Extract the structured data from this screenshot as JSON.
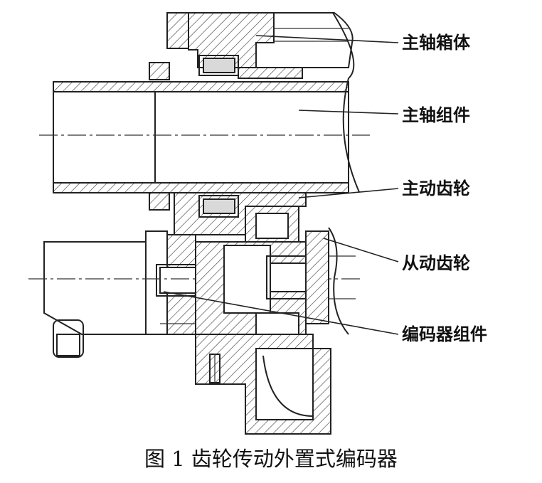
{
  "figure": {
    "caption": "图 1 齿轮传动外置式编码器",
    "labels": [
      {
        "id": "housing",
        "text": "主轴箱体"
      },
      {
        "id": "spindle",
        "text": "主轴组件"
      },
      {
        "id": "drive-gear",
        "text": "主动齿轮"
      },
      {
        "id": "driven-gear",
        "text": "从动齿轮"
      },
      {
        "id": "encoder",
        "text": "编码器组件"
      }
    ]
  }
}
